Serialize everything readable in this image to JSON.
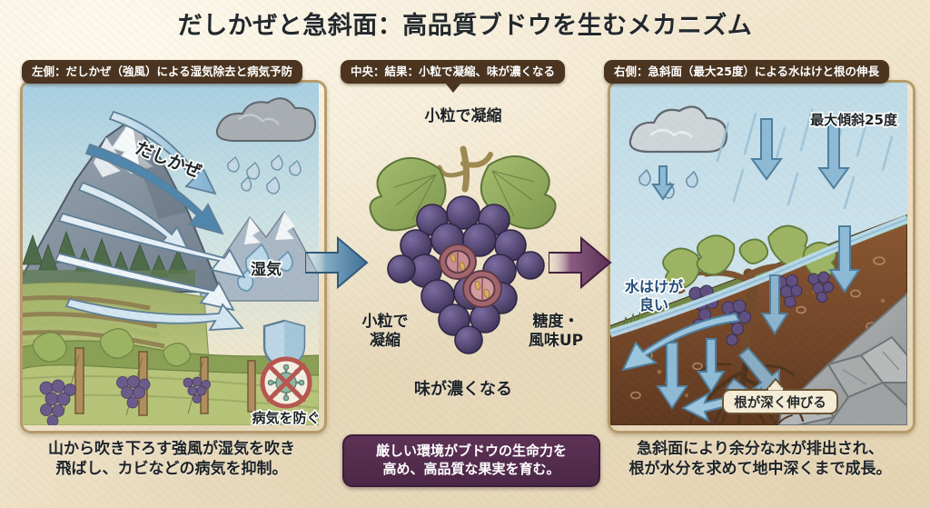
{
  "title": "だしかぜと急斜面：高品質ブドウを生むメカニズム",
  "panels": {
    "left": {
      "pill": "左側：だしかぜ（強風）による湿気除去と病気予防",
      "labels": {
        "wind": "だしかぜ",
        "humidity": "湿気",
        "disease": "病気を防ぐ"
      },
      "caption": "山から吹き下ろす強風が湿気を吹き飛ばし、カビなどの病気を抑制。",
      "icons": [
        "mountain-icon",
        "rain-cloud-icon",
        "wind-arrow-icon",
        "water-drop-icon",
        "shield-icon",
        "no-virus-icon",
        "grape-cluster-icon",
        "vineyard-icon"
      ]
    },
    "center": {
      "pill": "中央：結果：小粒で凝縮、味が濃くなる",
      "labels": {
        "top": "小粒で凝縮",
        "left": "小粒で\n凝縮",
        "right": "糖度・\n風味UP",
        "bottom": "味が濃くなる"
      },
      "banner": "厳しい環境がブドウの生命力を高め、高品質な果実を育む。",
      "icons": [
        "grape-cluster-icon",
        "grape-leaf-icon",
        "cut-grape-icon"
      ]
    },
    "right": {
      "pill": "右側：急斜面（最大25度）による水はけと根の伸長",
      "labels": {
        "slope": "最大傾斜25度",
        "drainage": "水はけが\n良い",
        "roots": "根が深く伸びる"
      },
      "caption": "急斜面により余分な水が排出され、根が水分を求めて地中深くまで成長。",
      "icons": [
        "rain-cloud-icon",
        "rain-arrow-icon",
        "grapevine-icon",
        "root-system-icon",
        "rock-icon",
        "soil-icon"
      ]
    }
  },
  "flow": {
    "left_to_center": "flow-arrow-blue",
    "center_to_right": "flow-arrow-purple"
  },
  "colors": {
    "background": "#f2e6ce",
    "panel_border": "#b79b6c",
    "pill": "#4b3521",
    "banner": "#4b2746",
    "arrow_blue": "#4a7fa5",
    "arrow_purple": "#6b3a63",
    "sky": "#b9d9e8",
    "soil": "#7b4b2a",
    "grape": "#5a4a78",
    "leaf": "#8aa35c"
  }
}
